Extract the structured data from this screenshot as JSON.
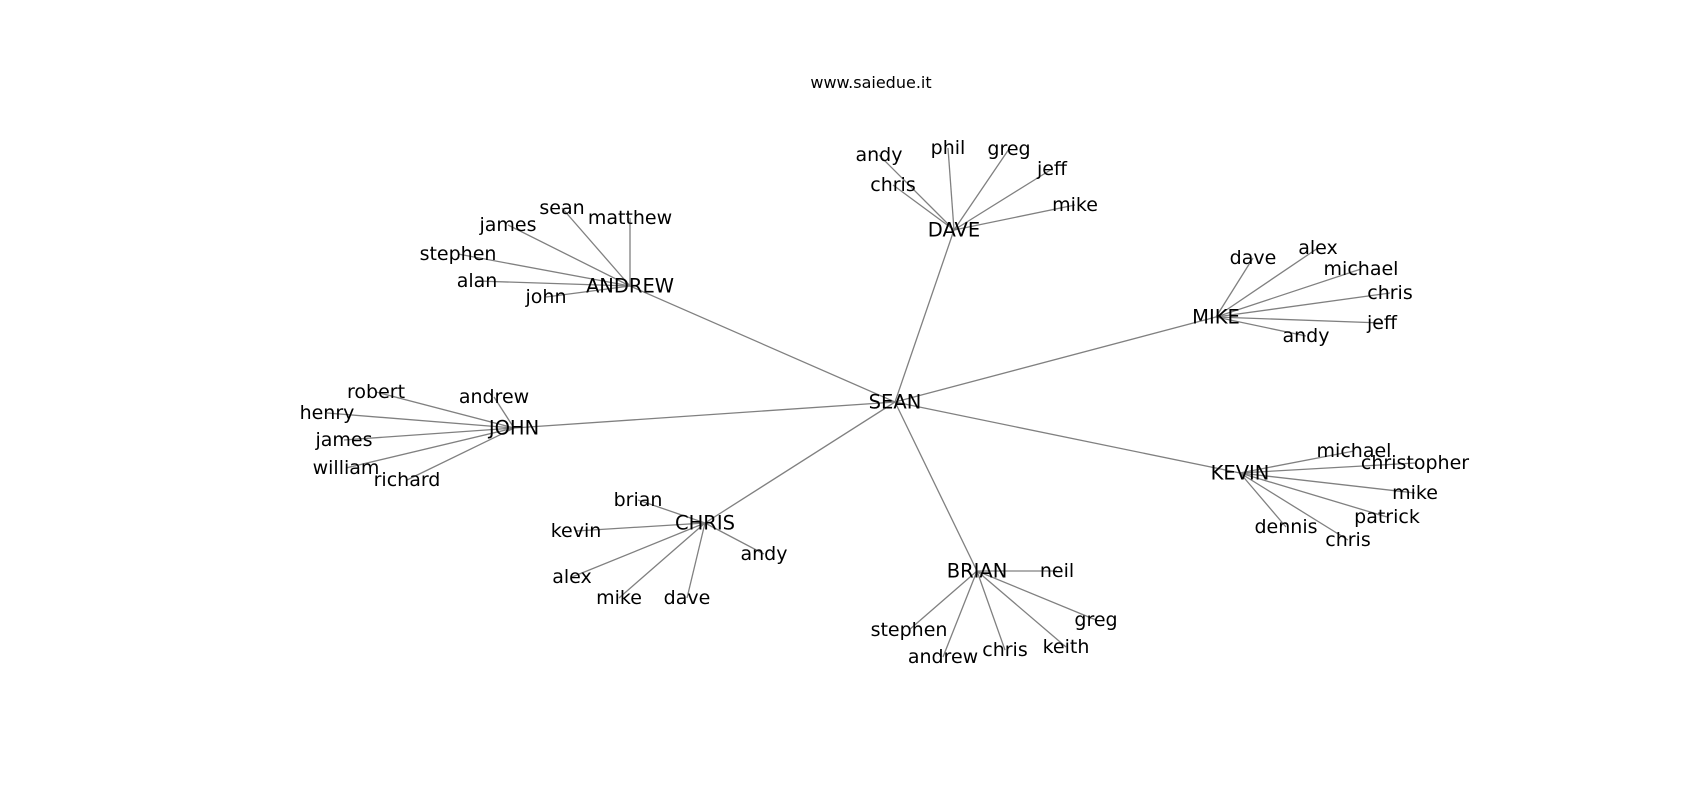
{
  "title": "www.saiedue.it",
  "root": "SEAN",
  "hubs": [
    {
      "name": "DAVE",
      "children": [
        "andy",
        "phil",
        "greg",
        "jeff",
        "mike",
        "chris"
      ]
    },
    {
      "name": "ANDREW",
      "children": [
        "sean",
        "matthew",
        "james",
        "stephen",
        "alan",
        "john"
      ]
    },
    {
      "name": "MIKE",
      "children": [
        "dave",
        "alex",
        "michael",
        "chris",
        "jeff",
        "andy"
      ]
    },
    {
      "name": "JOHN",
      "children": [
        "robert",
        "andrew",
        "henry",
        "james",
        "william",
        "richard"
      ]
    },
    {
      "name": "KEVIN",
      "children": [
        "michael",
        "christopher",
        "mike",
        "patrick",
        "dennis",
        "chris"
      ]
    },
    {
      "name": "CHRIS",
      "children": [
        "brian",
        "kevin",
        "andy",
        "alex",
        "mike",
        "dave"
      ]
    },
    {
      "name": "BRIAN",
      "children": [
        "neil",
        "greg",
        "stephen",
        "andrew",
        "chris",
        "keith"
      ]
    }
  ]
}
